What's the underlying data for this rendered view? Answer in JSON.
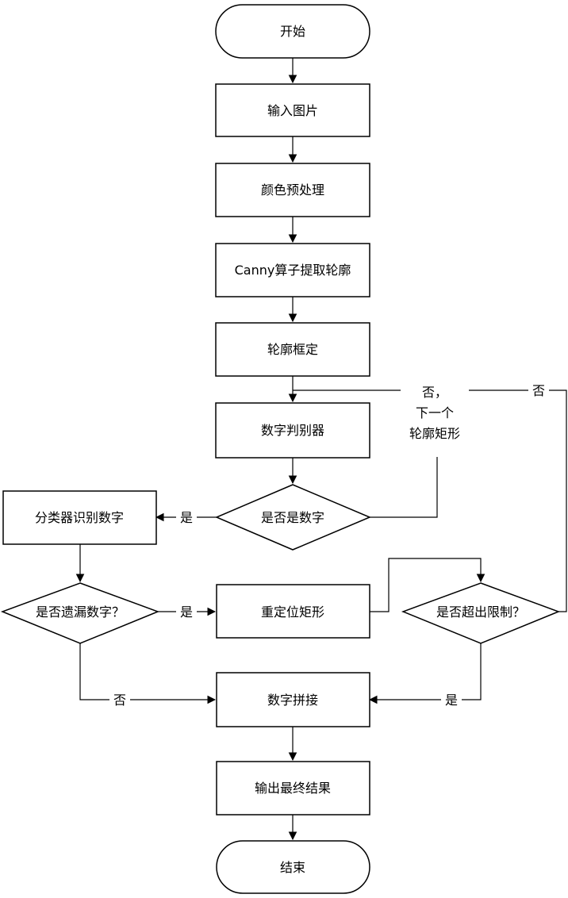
{
  "diagram": {
    "nodes": {
      "start": "开始",
      "input_image": "输入图片",
      "color_preprocess": "颜色预处理",
      "canny": "Canny算子提取轮廓",
      "contour_box": "轮廓框定",
      "digit_discriminator": "数字判别器",
      "is_digit": "是否是数字",
      "classifier": "分类器识别数字",
      "missed_digit": "是否遗漏数字？",
      "relocate_rect": "重定位矩形",
      "exceed_limit": "是否超出限制？",
      "digit_concat": "数字拼接",
      "output_result": "输出最终结果",
      "end": "结束"
    },
    "edge_labels": {
      "is_digit_yes": "是",
      "is_digit_no_line1": "否，",
      "is_digit_no_line2": "下一个",
      "is_digit_no_line3": "轮廓矩形",
      "missed_yes": "是",
      "missed_no": "否",
      "limit_yes": "是",
      "limit_no": "否"
    }
  }
}
